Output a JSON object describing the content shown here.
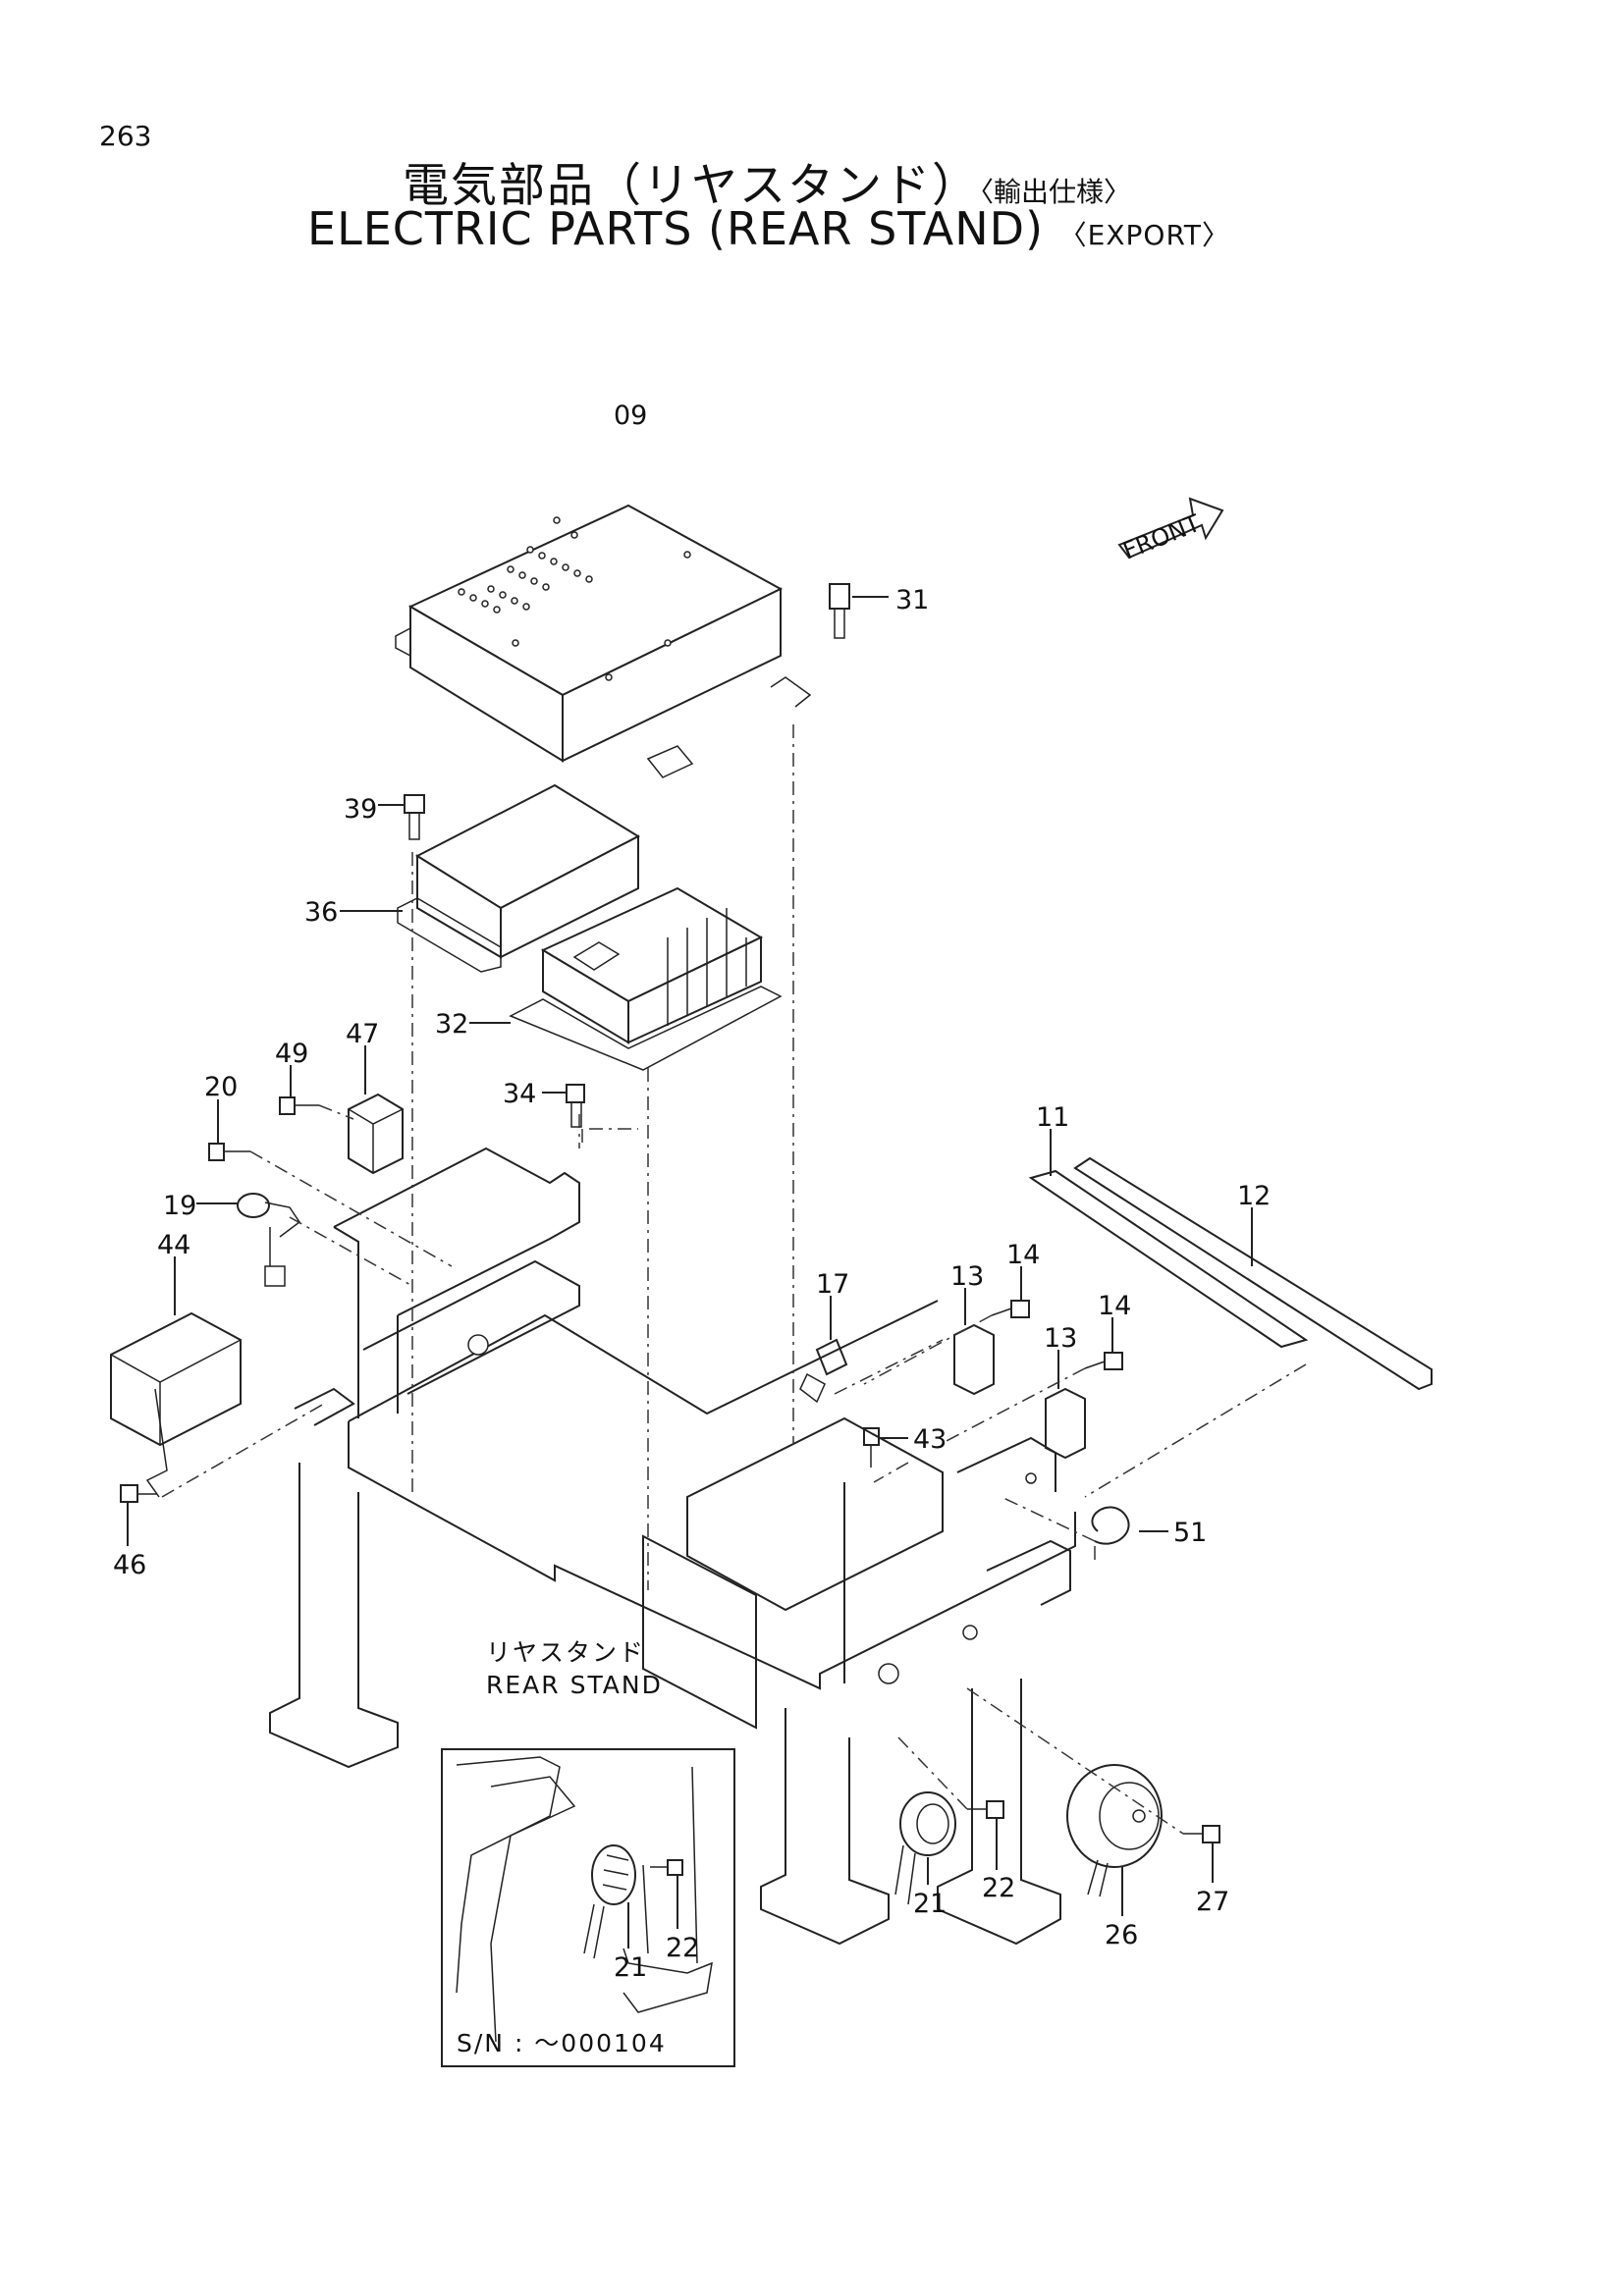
{
  "page_number": "263",
  "title": {
    "japanese": "電気部品（リヤスタンド）",
    "japanese_suffix": "〈輸出仕様〉",
    "english": "ELECTRIC PARTS (REAR STAND)",
    "english_suffix": "〈EXPORT〉"
  },
  "front_label": "FRONT",
  "callouts": [
    "09",
    "31",
    "39",
    "36",
    "32",
    "34",
    "47",
    "49",
    "20",
    "19",
    "44",
    "46",
    "11",
    "12",
    "14",
    "14",
    "13",
    "13",
    "17",
    "43",
    "51",
    "21",
    "22",
    "26",
    "27",
    "21",
    "22"
  ],
  "rear_stand_label": {
    "japanese": "リヤスタンド",
    "english": "REAR STAND"
  },
  "inset": {
    "serial": "S/N : ～000104"
  }
}
